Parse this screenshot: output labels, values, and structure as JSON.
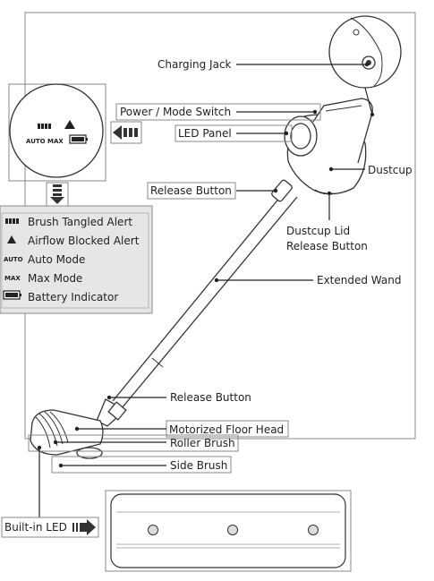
{
  "labels": {
    "charging_jack": "Charging Jack",
    "power_mode_switch": "Power / Mode Switch",
    "led_panel": "LED Panel",
    "dustcup": "Dustcup",
    "release_button_top": "Release Button",
    "dustcup_lid_line1": "Dustcup Lid",
    "dustcup_lid_line2": "Release Button",
    "extended_wand": "Extended Wand",
    "release_button_bottom": "Release Button",
    "motorized_floor_head": "Motorized Floor Head",
    "roller_brush": "Roller Brush",
    "side_brush": "Side Brush",
    "built_in_led": "Built-in LED"
  },
  "led_zoom": {
    "auto": "AUTO",
    "max": "MAX"
  },
  "legend": [
    {
      "icon": "brush-tangled-icon",
      "label": "Brush Tangled Alert"
    },
    {
      "icon": "airflow-warning-icon",
      "label": "Airflow Blocked Alert"
    },
    {
      "icon": "auto-text-icon",
      "abbr": "AUTO",
      "label": "Auto Mode"
    },
    {
      "icon": "max-text-icon",
      "abbr": "MAX",
      "label": "Max Mode"
    },
    {
      "icon": "battery-icon",
      "label": "Battery Indicator"
    }
  ],
  "colors": {
    "legend_bg": "#e6e6e6",
    "frame": "#888888",
    "ink": "#222222"
  }
}
